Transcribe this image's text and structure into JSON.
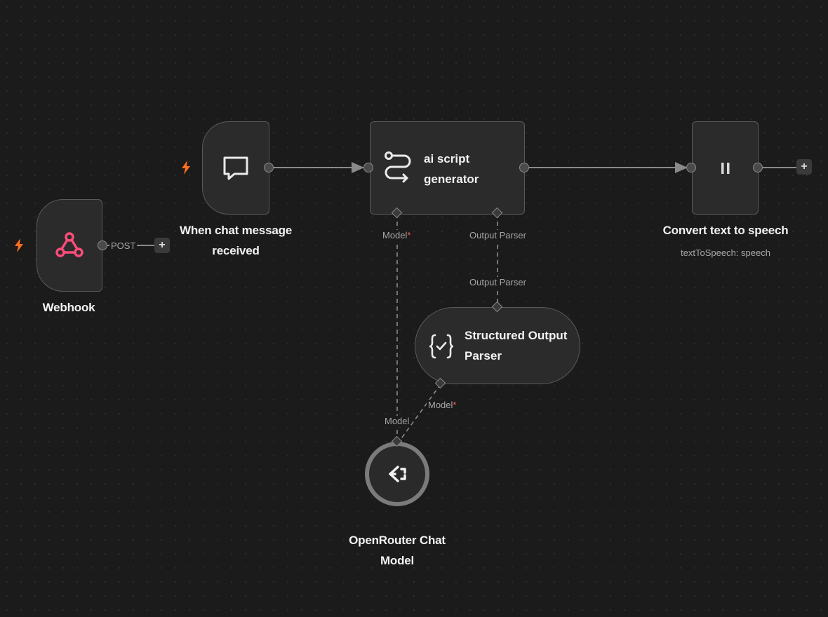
{
  "colors": {
    "canvas": "#1b1b1b",
    "node": "#2b2b2b",
    "border": "#5a5a5a",
    "trigger_bolt": "#ff6d1f",
    "webhook_icon": "#ff4d7a",
    "required_marker": "#ff5a5a"
  },
  "nodes": {
    "webhook": {
      "label": "Webhook",
      "icon": "webhook-icon",
      "output_label": "POST"
    },
    "chat_trigger": {
      "label_line1": "When chat message",
      "label_line2": "received",
      "icon": "chat-bubble-icon"
    },
    "ai_agent": {
      "title_line1": "ai script",
      "title_line2": "generator",
      "icon": "route-icon",
      "model_label": "Model",
      "required": "*",
      "parser_label": "Output Parser"
    },
    "tts": {
      "label": "Convert text to speech",
      "sublabel": "textToSpeech: speech",
      "icon": "pause-icon"
    },
    "parser": {
      "title_line1": "Structured Output",
      "title_line2": "Parser",
      "icon": "json-braces-icon",
      "input_label": "Output Parser",
      "model_label": "Model",
      "required": "*"
    },
    "openrouter": {
      "label_line1": "OpenRouter Chat",
      "label_line2": "Model",
      "icon": "openrouter-icon",
      "output_label": "Model"
    }
  },
  "controls": {
    "plus": "+"
  }
}
